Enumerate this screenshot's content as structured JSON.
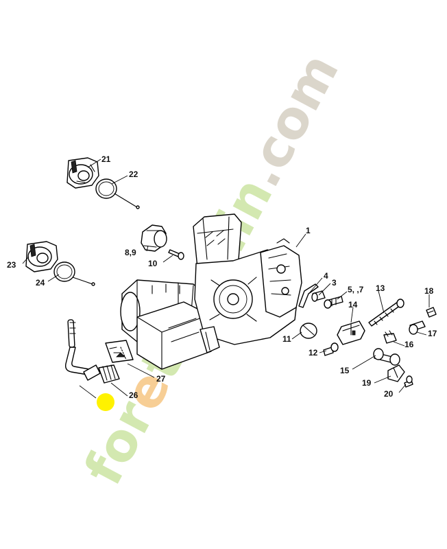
{
  "watermark": {
    "parts": [
      {
        "text": "for",
        "color": "#cfe6a8"
      },
      {
        "text": "e",
        "color": "#f7c98a"
      },
      {
        "text": "t",
        "color": "#cfe6a8"
      },
      {
        "text": "-jardin",
        "color": "#cfe6a8"
      },
      {
        "text": ".com",
        "color": "#d8d2c6"
      }
    ]
  },
  "marker": {
    "color": "#fff200"
  },
  "callouts": [
    {
      "id": "21",
      "label": "21"
    },
    {
      "id": "22",
      "label": "22"
    },
    {
      "id": "23",
      "label": "23"
    },
    {
      "id": "24",
      "label": "24"
    },
    {
      "id": "8-9",
      "label": "8,9"
    },
    {
      "id": "10",
      "label": "10"
    },
    {
      "id": "1",
      "label": "1"
    },
    {
      "id": "4",
      "label": "4"
    },
    {
      "id": "3",
      "label": "3"
    },
    {
      "id": "5-7",
      "label": "5, ,7"
    },
    {
      "id": "13",
      "label": "13"
    },
    {
      "id": "18",
      "label": "18"
    },
    {
      "id": "14",
      "label": "14"
    },
    {
      "id": "11",
      "label": "11"
    },
    {
      "id": "12",
      "label": "12"
    },
    {
      "id": "16",
      "label": "16"
    },
    {
      "id": "17",
      "label": "17"
    },
    {
      "id": "15",
      "label": "15"
    },
    {
      "id": "19",
      "label": "19"
    },
    {
      "id": "20",
      "label": "20"
    },
    {
      "id": "27",
      "label": "27"
    },
    {
      "id": "26",
      "label": "26"
    }
  ]
}
